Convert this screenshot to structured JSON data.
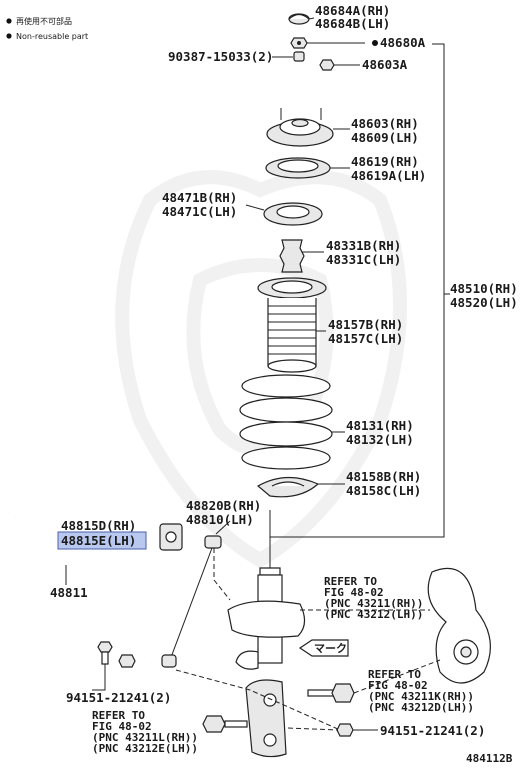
{
  "legend": {
    "nonreusable_jp": "再使用不可部品",
    "nonreusable_en": "Non-reusable part"
  },
  "labels": {
    "p48684a": "48684A(RH)",
    "p48684b": "48684B(LH)",
    "p48680a": "48680A",
    "p90387": "90387-15033(2)",
    "p48603a": "48603A",
    "p48603": "48603(RH)",
    "p48609": "48609(LH)",
    "p48619": "48619(RH)",
    "p48619a": "48619A(LH)",
    "p48471b": "48471B(RH)",
    "p48471c": "48471C(LH)",
    "p48331b": "48331B(RH)",
    "p48331c": "48331C(LH)",
    "p48510": "48510(RH)",
    "p48520": "48520(LH)",
    "p48157b": "48157B(RH)",
    "p48157c": "48157C(LH)",
    "p48131": "48131(RH)",
    "p48132": "48132(LH)",
    "p48158b": "48158B(RH)",
    "p48158c": "48158C(LH)",
    "p48820b": "48820B(RH)",
    "p48810": "48810(LH)",
    "p48815d": "48815D(RH)",
    "p48815e": "48815E(LH)",
    "p48811": "48811",
    "mark": "マーク",
    "refer1_l1": "REFER TO",
    "refer1_l2": "FIG 48-02",
    "refer1_l3": "(PNC 43211(RH))",
    "refer1_l4": "(PNC 43212(LH))",
    "p94151a": "94151-21241(2)",
    "refer2_l1": "REFER TO",
    "refer2_l2": "FIG 48-02",
    "refer2_l3": "(PNC 43211K(RH))",
    "refer2_l4": "(PNC 43212D(LH))",
    "refer3_l1": "REFER TO",
    "refer3_l2": "FIG 48-02",
    "refer3_l3": "(PNC 43211L(RH))",
    "refer3_l4": "(PNC 43212E(LH))",
    "p94151b": "94151-21241(2)",
    "figure_id": "484112B"
  }
}
